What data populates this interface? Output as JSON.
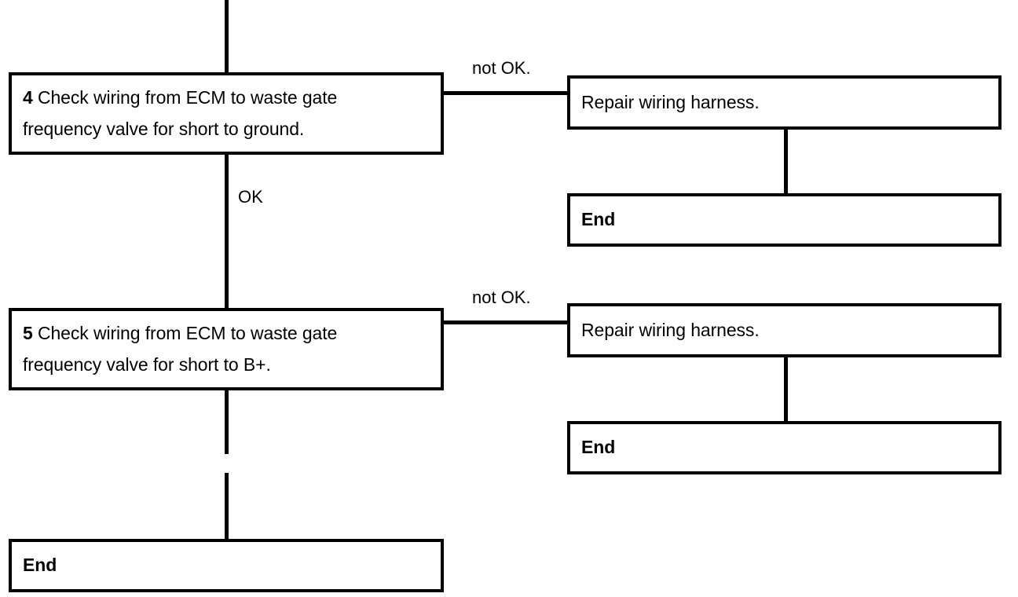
{
  "diagram": {
    "type": "flowchart",
    "title_visible": false,
    "background_color": "#ffffff",
    "line_color": "#000000",
    "nodes": {
      "step4": {
        "number": "4",
        "text": "Check wiring from ECM to waste gate\nfrequency valve for short to ground."
      },
      "step5": {
        "number": "5",
        "text": "Check wiring from ECM to waste gate\nfrequency valve for short to B+."
      },
      "repair1": {
        "text": "Repair wiring harness."
      },
      "end_repair1": {
        "text": "End"
      },
      "repair2": {
        "text": "Repair wiring harness."
      },
      "end_repair2": {
        "text": "End"
      },
      "end_main": {
        "text": "End"
      }
    },
    "edge_labels": {
      "not_ok_1": "not OK.",
      "ok_1": "OK",
      "not_ok_2": "not OK."
    }
  }
}
